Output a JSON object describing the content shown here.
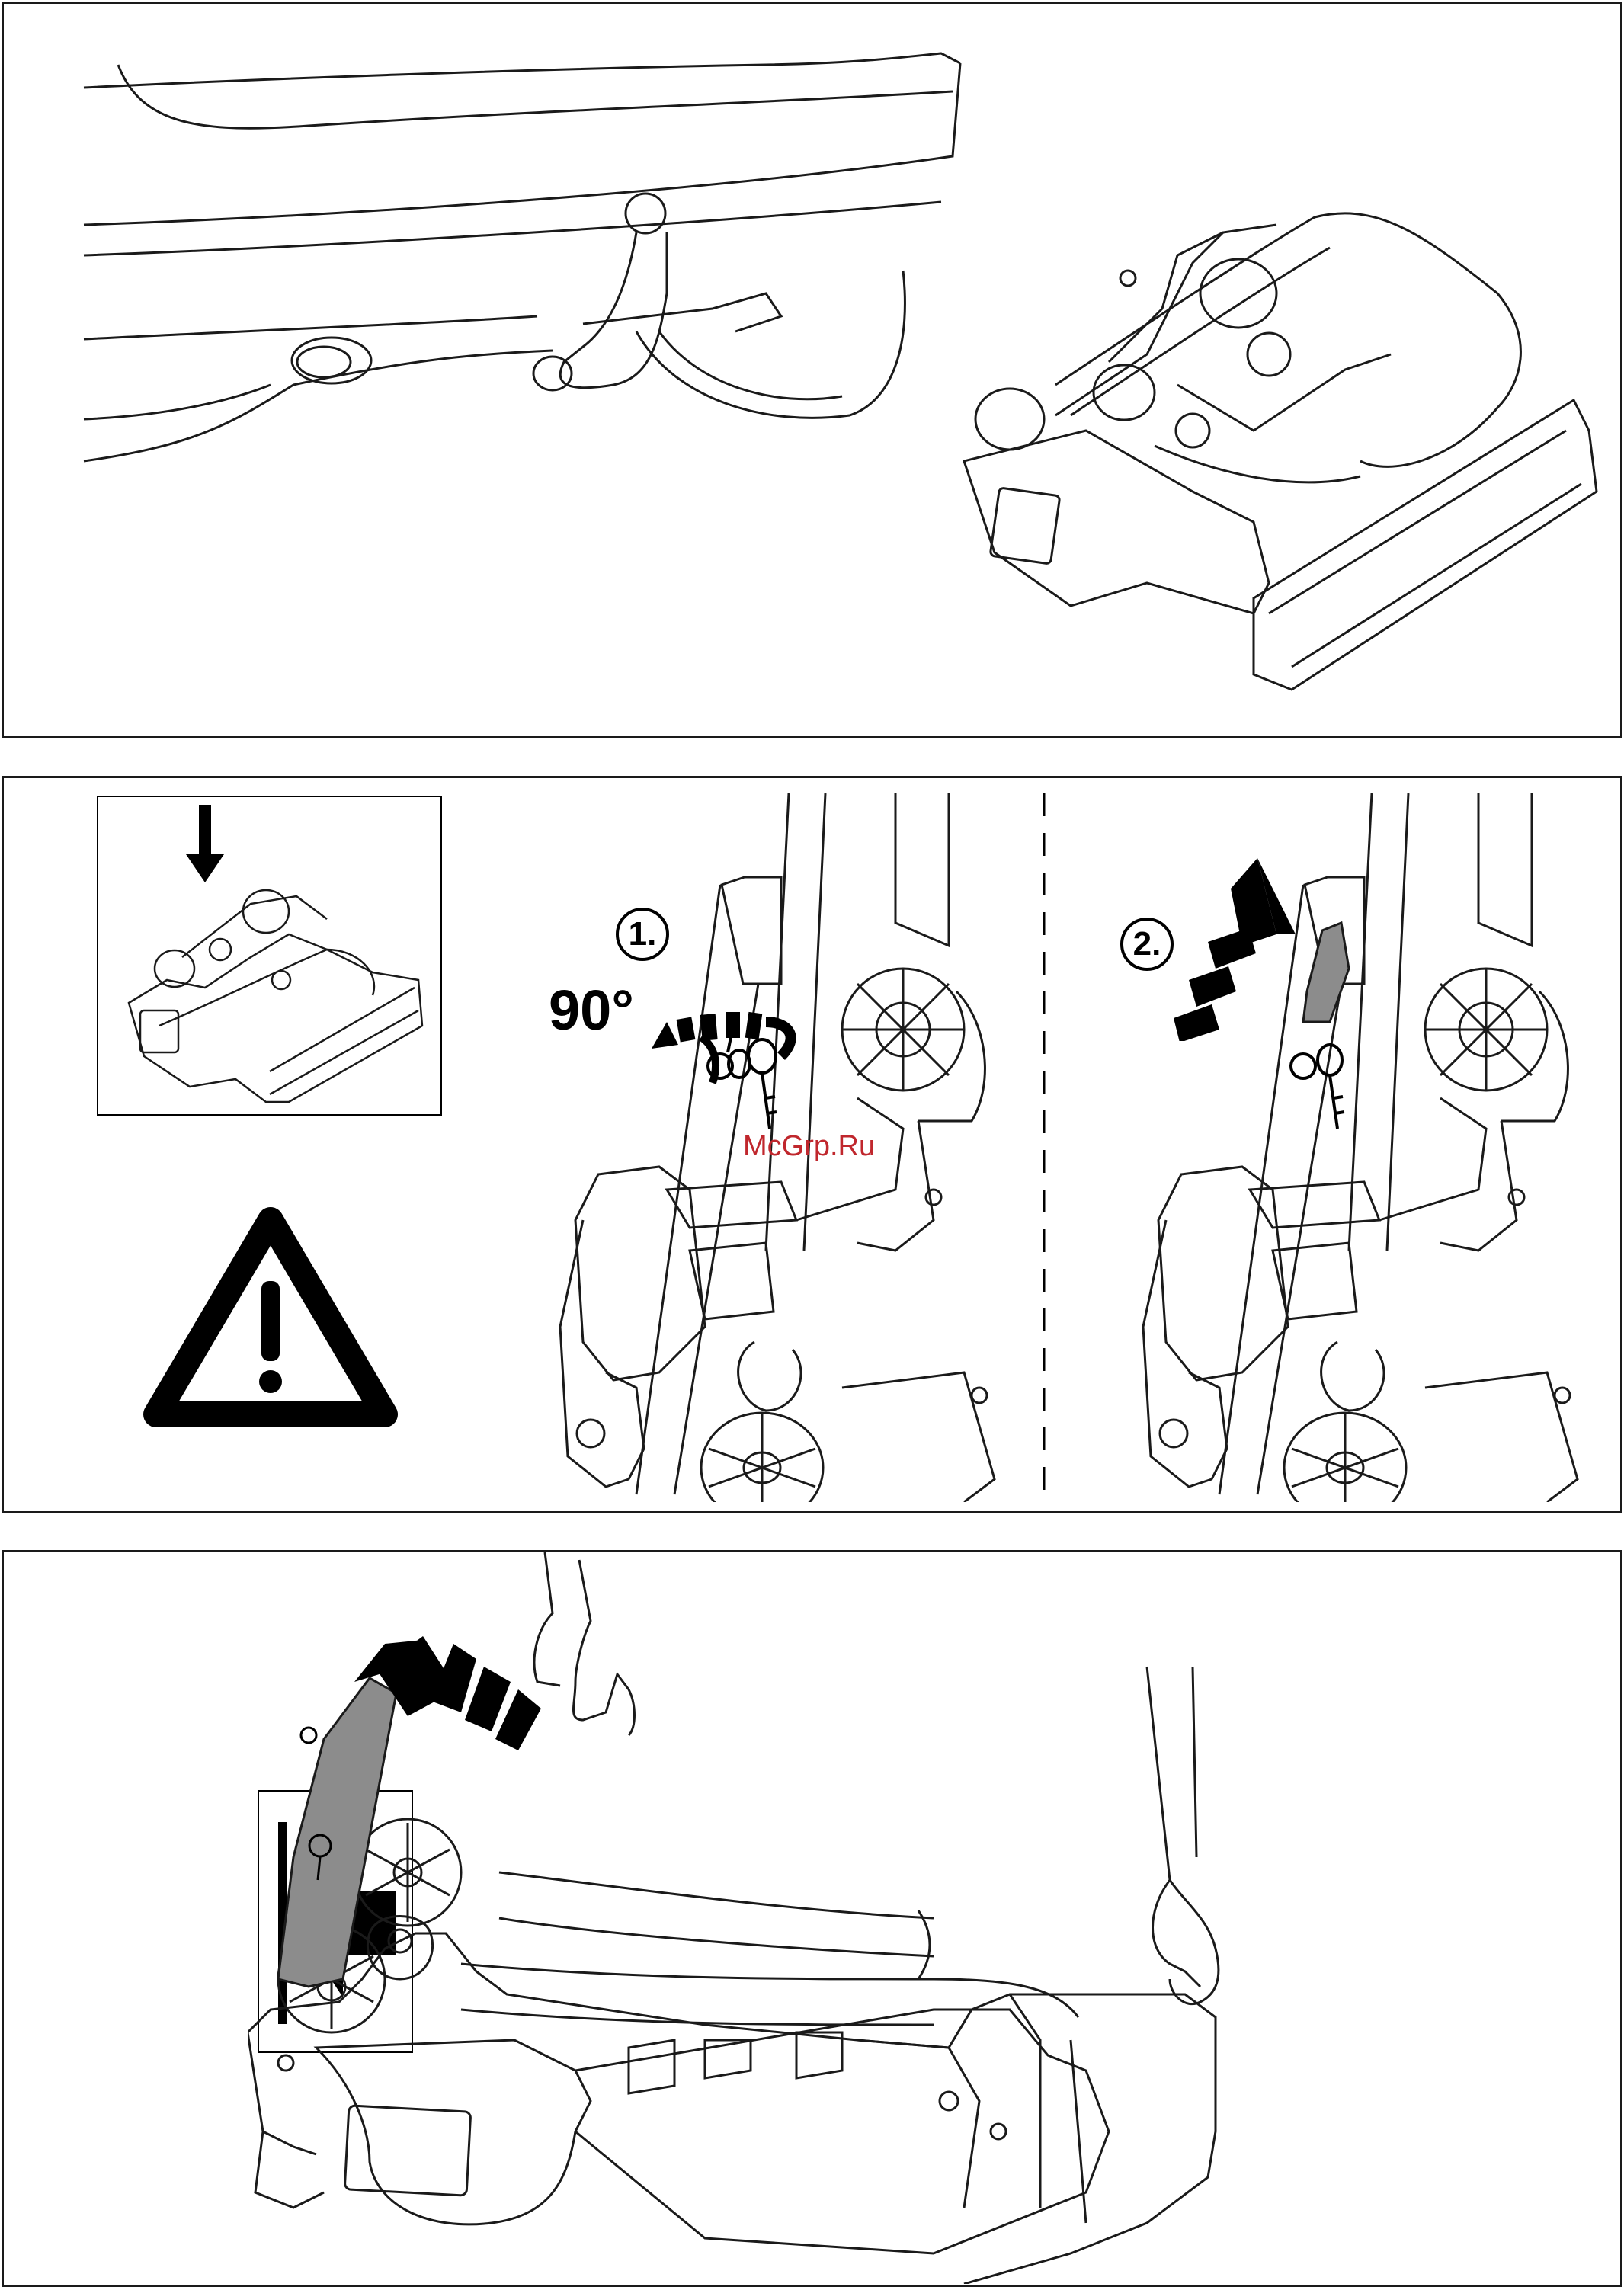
{
  "steps": {
    "step1": "1.",
    "step2": "2."
  },
  "rotation_label": "90°",
  "watermark": "McGrp.Ru",
  "icons": {
    "warning": "warning-triangle-icon",
    "arrow_down": "arrow-down-icon",
    "arrow_up": "arrow-up-icon",
    "fold_arrow": "arrow-left-icon",
    "key": "key-icon"
  },
  "colors": {
    "line": "#1a1a1a",
    "highlight": "#8c8c8c",
    "watermark": "#c0272d"
  }
}
